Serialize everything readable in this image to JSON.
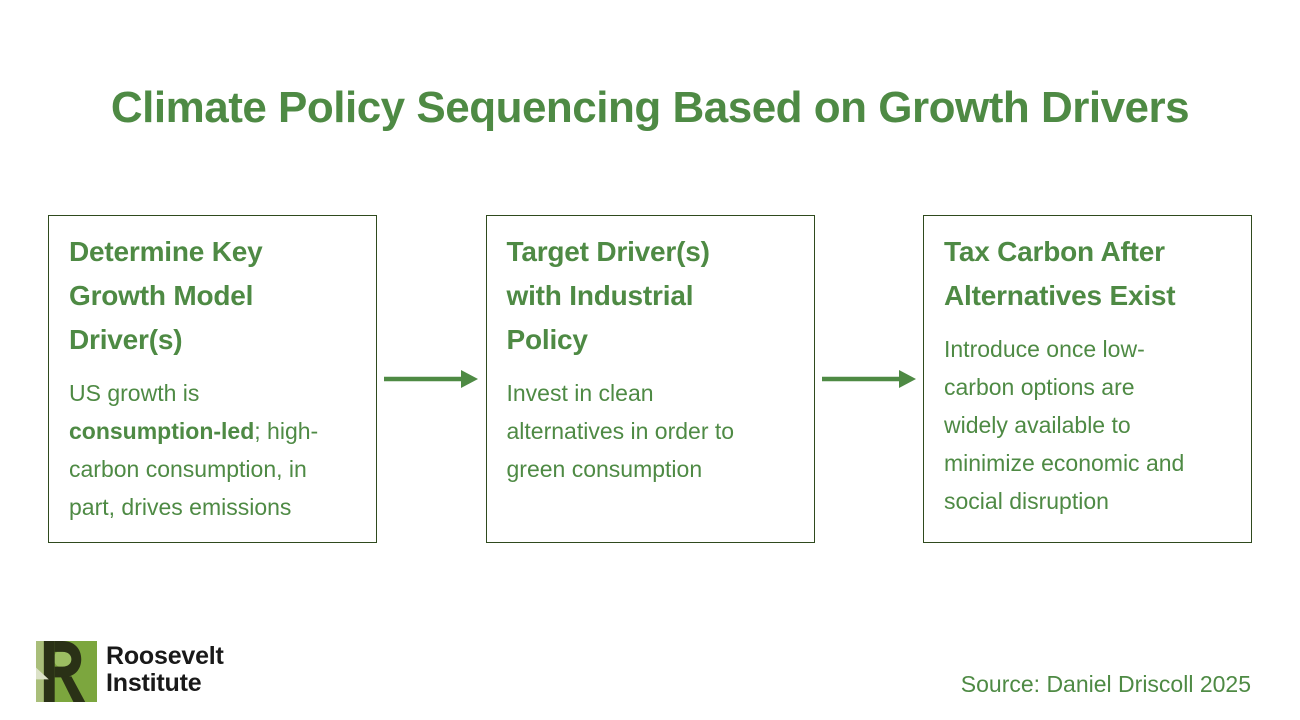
{
  "page": {
    "title": "Climate Policy Sequencing Based on Growth Drivers",
    "source_label": "Source: Daniel Driscoll 2025"
  },
  "colors": {
    "background": "#ffffff",
    "accent_green": "#4e8a44",
    "box_border": "#2f4a1e",
    "logo_square": "#7ca63e",
    "logo_square_light_strip": "#a9be7a",
    "logo_bowl_counter": "#9cbe62",
    "logo_square_pale_wedge": "#dce2c8",
    "logo_mark": "#2a3116",
    "logo_text": "#191919"
  },
  "flow": {
    "steps": [
      {
        "title": "Determine Key\nGrowth Model\nDriver(s)",
        "body_pre": "US growth is\n",
        "body_bold": "consumption-led",
        "body_post": "; high-\ncarbon consumption, in\npart, drives emissions"
      },
      {
        "title": "Target Driver(s)\nwith Industrial\nPolicy",
        "body_pre": "Invest in clean\nalternatives in order to\ngreen consumption",
        "body_bold": "",
        "body_post": ""
      },
      {
        "title": "Tax Carbon After\nAlternatives Exist",
        "body_pre": "Introduce once low-\ncarbon options are\nwidely available to\nminimize economic and\nsocial disruption",
        "body_bold": "",
        "body_post": ""
      }
    ],
    "icons": {
      "connector": "right-arrow-icon",
      "logo_mark": "roosevelt-r-icon"
    }
  },
  "logo": {
    "name": "Roosevelt Institute",
    "line1": "Roosevelt",
    "line2": "Institute"
  }
}
